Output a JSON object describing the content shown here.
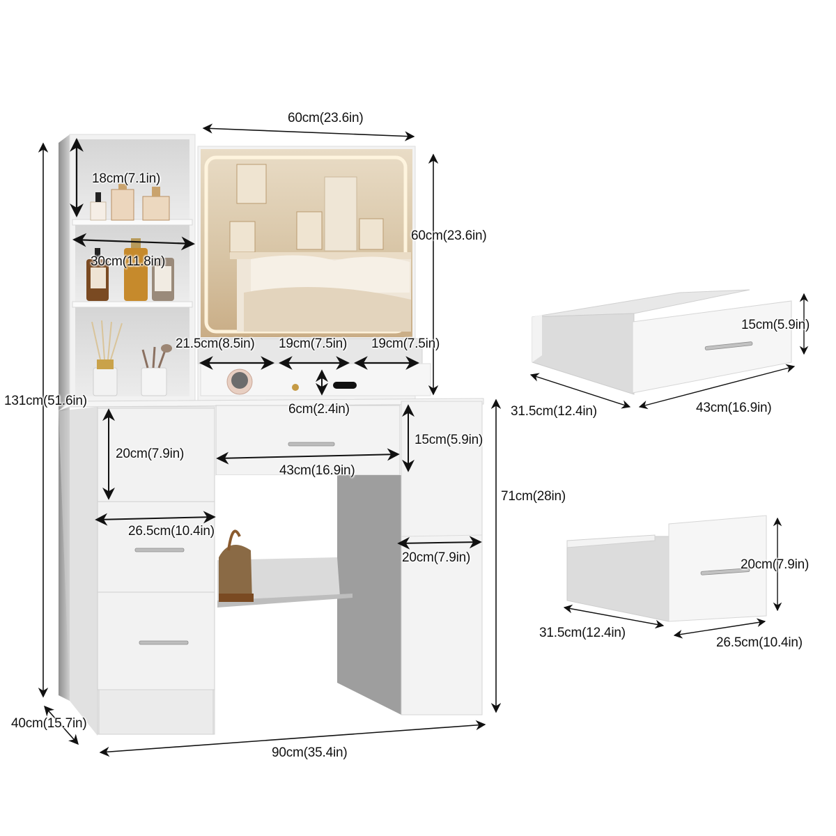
{
  "product": {
    "name": "Vanity desk with lighted mirror, side shelves and drawers",
    "colors": {
      "cabinet": "#f4f4f4",
      "cabinet_shade": "#d9d9d9",
      "cabinet_dark": "#a9a9a9",
      "mirror_glow": "#f7e7c6",
      "mirror_frame": "#d9b98a",
      "arrow": "#111111",
      "background": "#ffffff"
    }
  },
  "main_view": {
    "dimensions": {
      "mirror_width": "60cm(23.6in)",
      "mirror_height": "60cm(23.6in)",
      "shelf_height": "18cm(7.1in)",
      "shelf_width": "30cm(11.8in)",
      "tray_left": "21.5cm(8.5in)",
      "tray_middle": "19cm(7.5in)",
      "tray_right": "19cm(7.5in)",
      "tray_depth": "6cm(2.4in)",
      "total_height": "131cm(51.6in)",
      "left_drawer_height": "20cm(7.9in)",
      "center_drawer_width": "43cm(16.9in)",
      "center_drawer_height": "15cm(5.9in)",
      "left_drawer_width": "26.5cm(10.4in)",
      "right_cabinet_width": "20cm(7.9in)",
      "desk_height": "71cm(28in)",
      "depth": "40cm(15.7in)",
      "total_width": "90cm(35.4in)"
    }
  },
  "drawer_small": {
    "height": "15cm(5.9in)",
    "depth": "31.5cm(12.4in)",
    "width": "43cm(16.9in)"
  },
  "drawer_large": {
    "height": "20cm(7.9in)",
    "depth": "31.5cm(12.4in)",
    "width": "26.5cm(10.4in)"
  }
}
